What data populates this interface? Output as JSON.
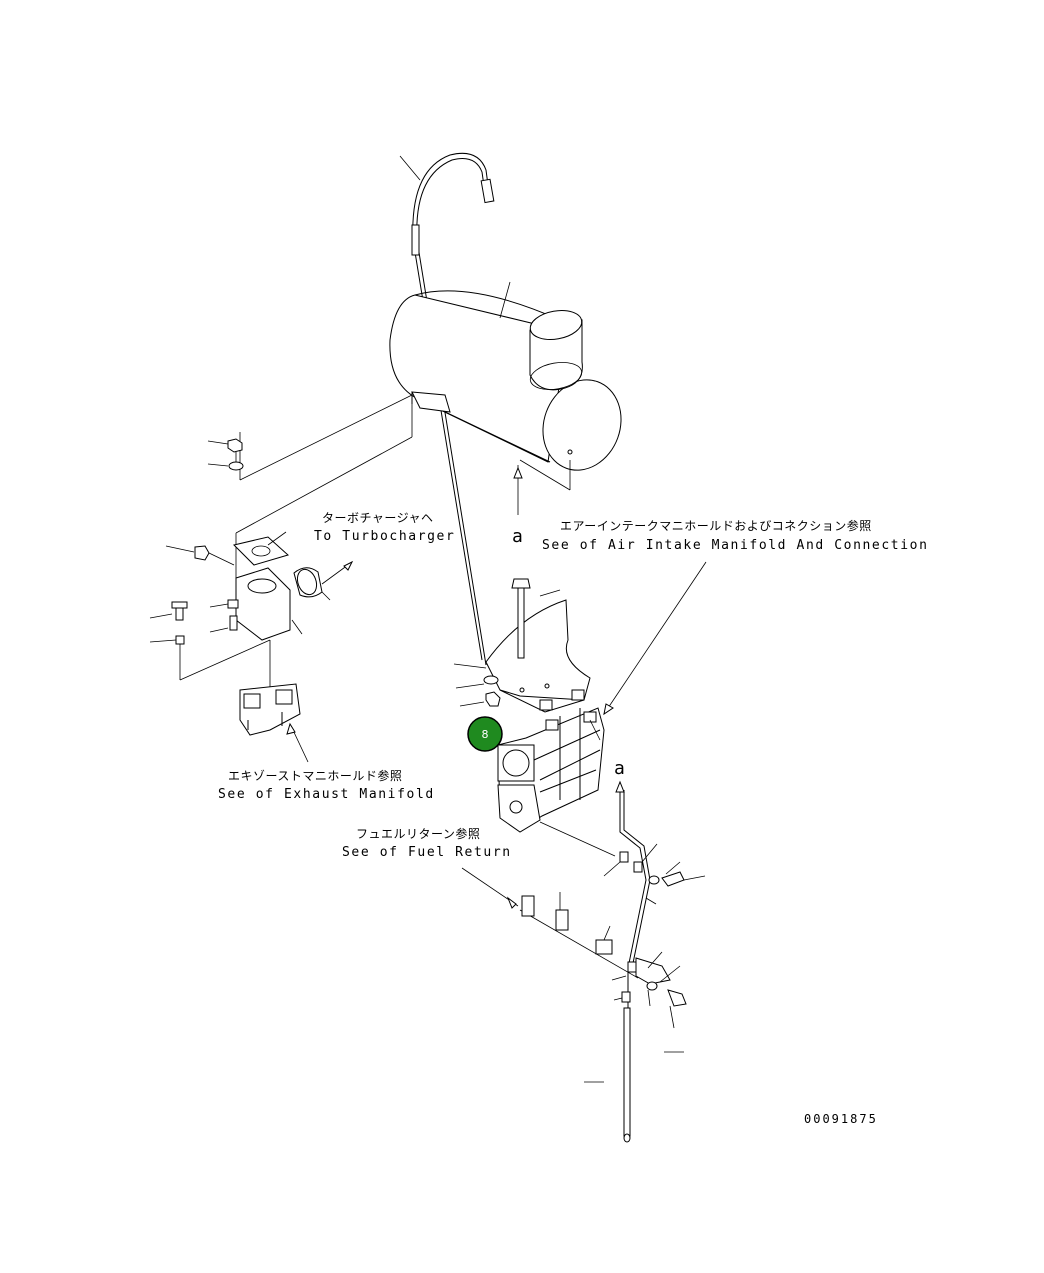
{
  "labels": {
    "turbo_jp": "ターボチャージャヘ",
    "turbo_en": "To Turbocharger",
    "air_intake_jp": "エアーインテークマニホールドおよびコネクション参照",
    "air_intake_en": "See of Air Intake Manifold And Connection",
    "exhaust_jp": "エキゾーストマニホールド参照",
    "exhaust_en": "See of Exhaust Manifold",
    "fuel_jp": "フュエルリターン参照",
    "fuel_en": "See of Fuel Return"
  },
  "reference_marks": {
    "left": "a",
    "right": "a"
  },
  "highlight": {
    "number": "8",
    "color": "#1f8a1f"
  },
  "drawing_number": "00091875"
}
